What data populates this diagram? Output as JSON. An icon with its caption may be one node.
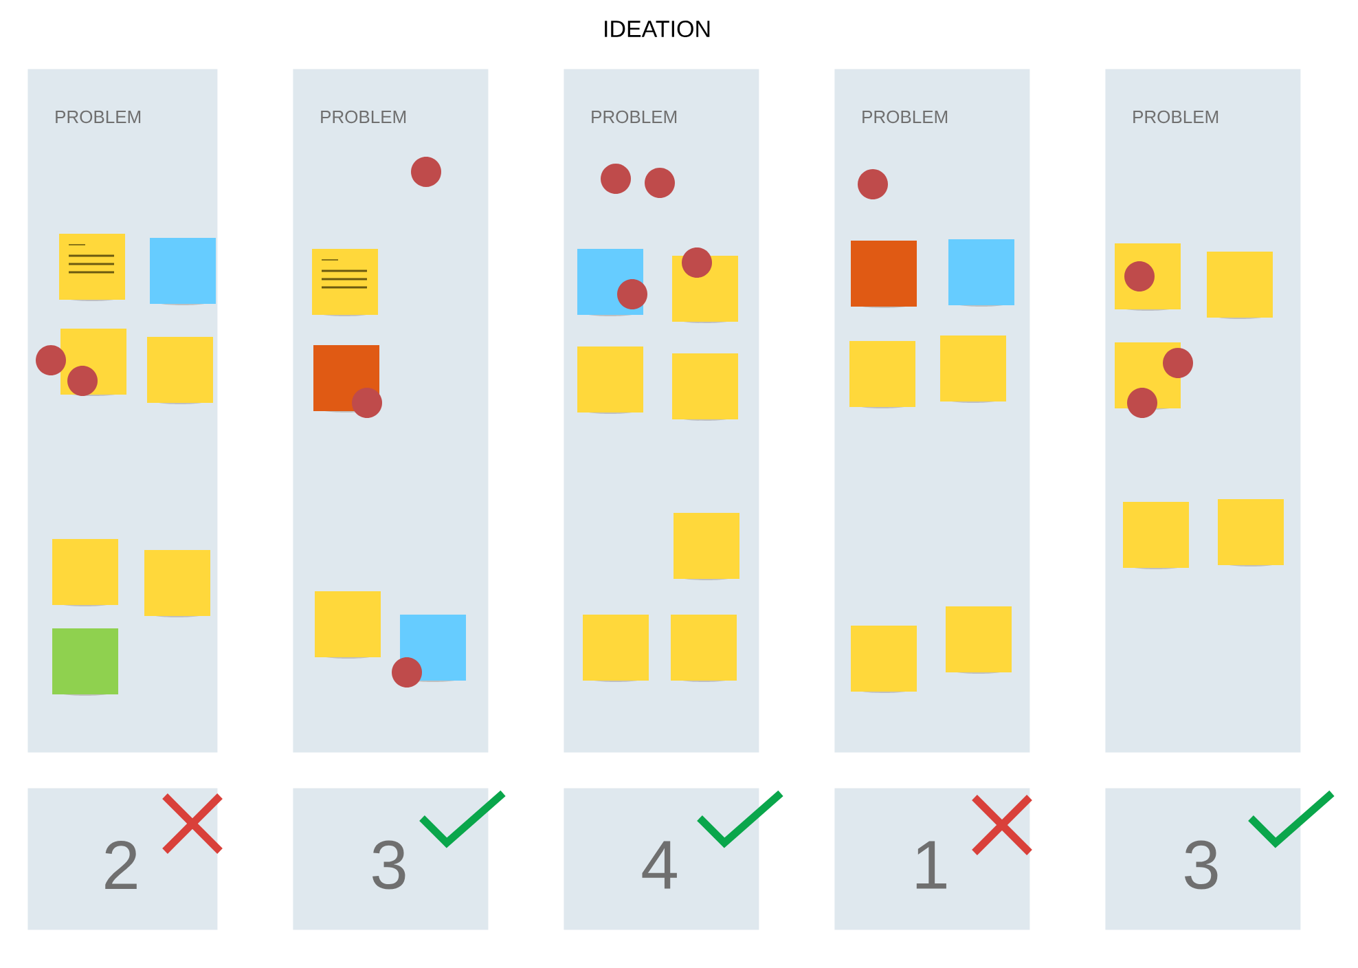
{
  "diagram": {
    "title": "IDEATION",
    "nodes": [
      {
        "text": [
          "PROBLEM"
        ]
      },
      {
        "text": [
          "PROBLEM"
        ]
      },
      {
        "text": [
          "PROBLEM"
        ]
      },
      {
        "text": [
          "PROBLEM"
        ]
      },
      {
        "text": [
          "PROBLEM"
        ]
      },
      {
        "text": [
          "2"
        ]
      },
      {
        "text": [
          "3"
        ]
      },
      {
        "text": [
          "4"
        ]
      },
      {
        "text": [
          "1"
        ]
      },
      {
        "text": [
          "3"
        ]
      }
    ]
  }
}
